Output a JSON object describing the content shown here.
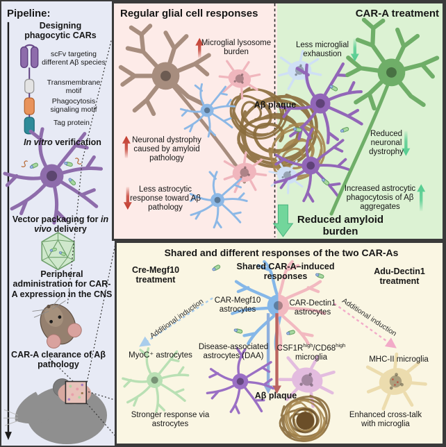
{
  "sidebar": {
    "title": "Pipeline:",
    "step1_title": "Designing phagocytic CARs",
    "construct_labels": {
      "scfv": "scFv targeting different Aβ species",
      "transmembrane": "Transmembrane motif",
      "signaling": "Phagocytosis signaling motif",
      "tag": "Tag protein"
    },
    "step2_italic": "In vitro",
    "step2_rest": " verification",
    "step3_pre": "Vector packaging for ",
    "step3_italic": "in vivo",
    "step3_post": " delivery",
    "step4_title": "Peripheral administration for CAR-A expression in the CNS",
    "step5_title": "CAR-A clearance of Aβ pathology"
  },
  "top_panel": {
    "left_title": "Regular glial cell responses",
    "right_title": "CAR-A treatment",
    "plaque_label": "Aβ plaque",
    "lysosome": "Microglial lysosome burden",
    "dystrophy": "Neuronal dystrophy caused by amyloid pathology",
    "astrocytic": "Less astrocytic response toward Aβ pathology",
    "exhaustion": "Less microglial exhaustion",
    "reduced_dystrophy": "Reduced neuronal dystrophy",
    "increased_phago": "Increased astrocytic phagocytosis of Aβ aggregates",
    "reduced_amyloid": "Reduced amyloid burden"
  },
  "bottom_panel": {
    "title": "Shared and different responses of the two CAR-As",
    "left_treatment": "Cre-Megf10 treatment",
    "center_title": "Shared CAR-A–induced responses",
    "right_treatment": "Adu-Dectin1 treatment",
    "car_megf10": "CAR-Megf10 astrocytes",
    "car_dectin1": "CAR-Dectin1 astrocytes",
    "additional_left": "Additional induction",
    "additional_right": "Additional induction",
    "myoc": "MyoC⁺ astrocytes",
    "daa": "Disease-associated astrocytes (DAA)",
    "csf1r": {
      "pre": "CSF1R",
      "sup1": "high",
      "mid": "/CD68",
      "sup2": "high",
      "post": "microglia"
    },
    "mhc": "MHC-II microglia",
    "plaque_label": "Aβ plaque",
    "stronger": "Stronger response via astrocytes",
    "enhanced": "Enhanced cross-talk with microglia"
  },
  "colors": {
    "sidebar_bg": "#e7eaf5",
    "untreated_bg": "#fdebe8",
    "treated_bg": "#dcf2d3",
    "bottom_bg": "#faf6e3",
    "increase_arrow_red": "#c23b2e",
    "decrease_arrow_green": "#52cc8f",
    "megf10_blue": "#85b7e8",
    "dectin1_pink": "#f2b9c0",
    "plaque_brown": "#8a6c3c"
  }
}
